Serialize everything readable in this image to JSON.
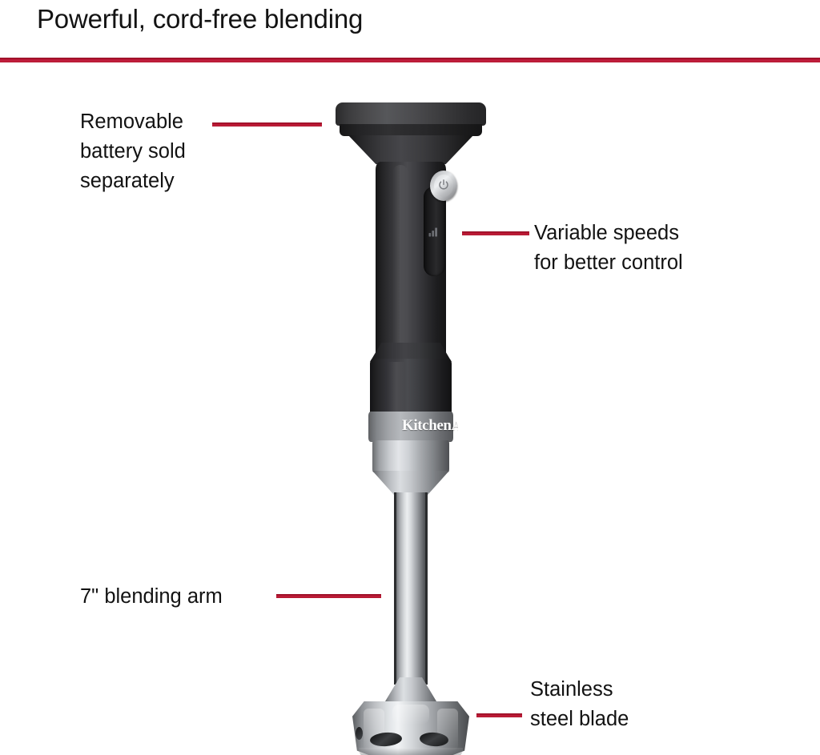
{
  "header": {
    "title": "Powerful, cord-free blending",
    "rule_color": "#b01030"
  },
  "theme": {
    "accent_red": "#b01030",
    "text_color": "#121212",
    "background": "#ffffff",
    "product_black": "#2b2b2d",
    "product_steel": "#c8cbcf"
  },
  "callouts": [
    {
      "id": "battery",
      "text": "Removable\nbattery sold\nseparately",
      "line_color": "#b01030"
    },
    {
      "id": "speeds",
      "text": "Variable speeds\nfor better control",
      "line_color": "#b01030"
    },
    {
      "id": "arm",
      "text": "7\" blending arm",
      "line_color": "#b01030"
    },
    {
      "id": "blade",
      "text": "Stainless\nsteel blade",
      "line_color": "#b01030"
    }
  ],
  "product": {
    "name": "cordless-hand-blender",
    "brand_logo_text": "KitchenAid",
    "power_button_icon": "power-icon",
    "speed_control_icon": "speed-bars-icon"
  }
}
